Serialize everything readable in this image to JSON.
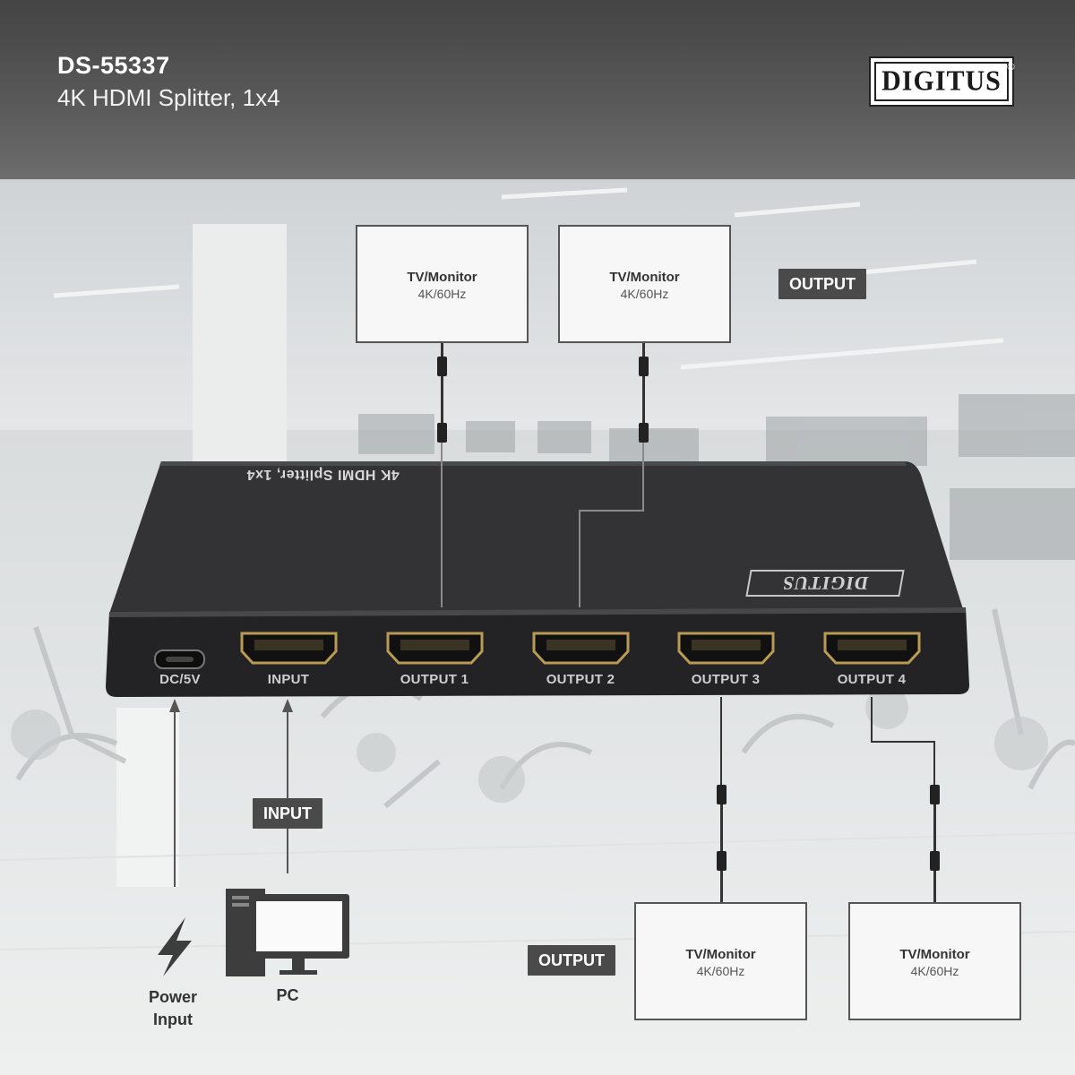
{
  "header": {
    "model": "DS-55337",
    "subtitle": "4K HDMI Splitter, 1x4",
    "brand": "DIGITUS",
    "brand_reg": "®"
  },
  "device": {
    "top_label": "4K HDMI Splitter, 1x4",
    "badge": "DIGITUS",
    "ports": [
      "DC/5V",
      "INPUT",
      "OUTPUT 1",
      "OUTPUT 2",
      "OUTPUT 3",
      "OUTPUT 4"
    ]
  },
  "displays": {
    "top_left": {
      "name": "TV/Monitor",
      "res": "4K/60Hz"
    },
    "top_right": {
      "name": "TV/Monitor",
      "res": "4K/60Hz"
    },
    "bottom_left": {
      "name": "TV/Monitor",
      "res": "4K/60Hz"
    },
    "bottom_right": {
      "name": "TV/Monitor",
      "res": "4K/60Hz"
    }
  },
  "tags": {
    "output_top": "OUTPUT",
    "output_bottom": "OUTPUT",
    "input": "INPUT"
  },
  "sources": {
    "power": "Power\nInput",
    "power_line1": "Power",
    "power_line2": "Input",
    "pc": "PC"
  },
  "colors": {
    "header_bg": "#555555",
    "tag_bg": "#4a4a4a",
    "device_body": "#2e2e30",
    "hdmi_gold": "#b89a52"
  }
}
